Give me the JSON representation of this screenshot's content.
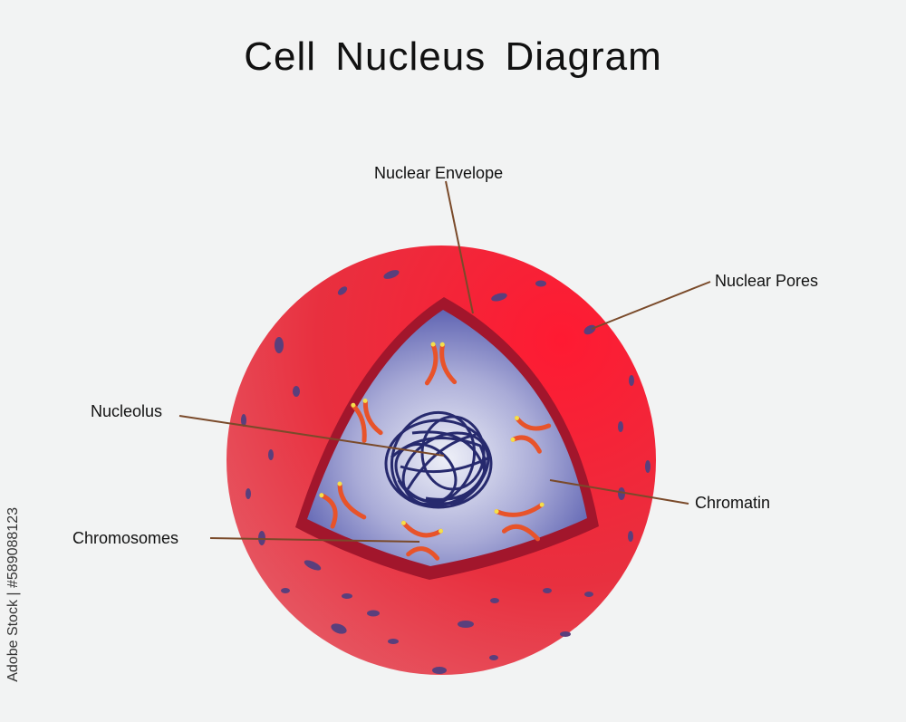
{
  "title": "Cell Nucleus Diagram",
  "labels": {
    "nuclear_envelope": "Nuclear Envelope",
    "nuclear_pores": "Nuclear Pores",
    "nucleolus": "Nucleolus",
    "chromatin": "Chromatin",
    "chromosomes": "Chromosomes"
  },
  "watermark": "Adobe Stock | #589088123",
  "colors": {
    "outer_sphere": "#e8223a",
    "envelope_rim": "#a2162c",
    "nucleoplasm": "#6b6fba",
    "pores": "#5a3f7c",
    "nucleolus": "#272a6e",
    "chromosome": "#e8532a",
    "chromosome_tip": "#f4e04a",
    "leader_line": "#7a4a2a"
  }
}
